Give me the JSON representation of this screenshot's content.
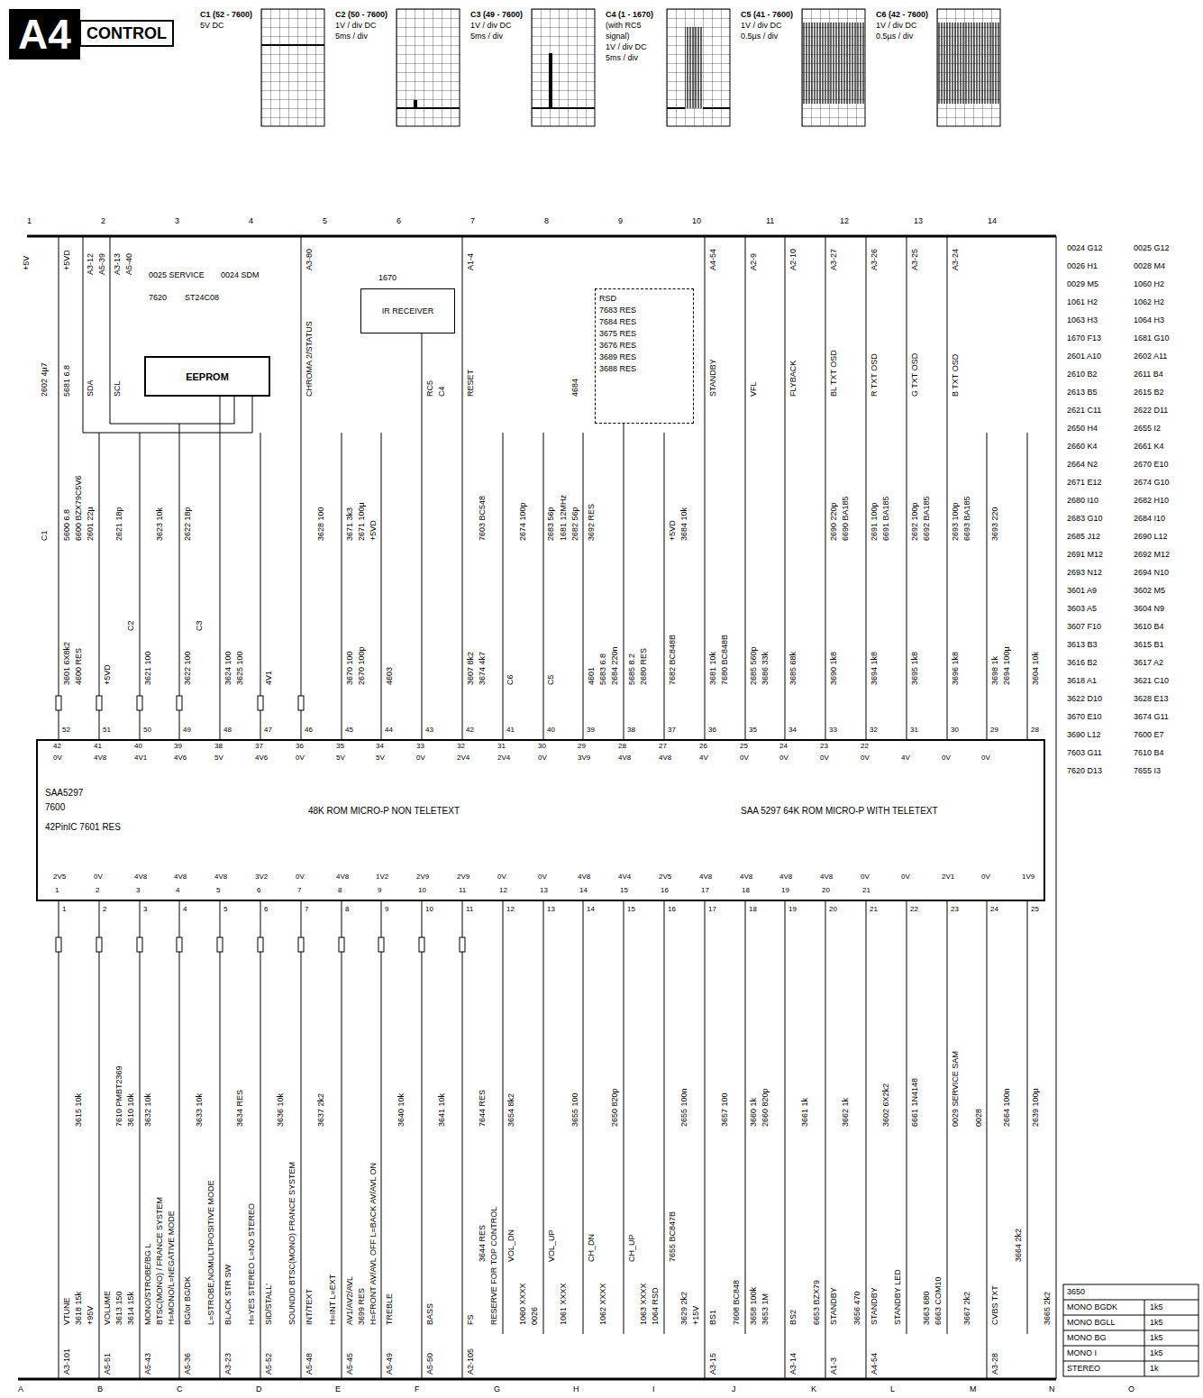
{
  "diagram": {
    "title": "A4",
    "nodes": [
      {
        "text": [
          "C1 (52 - 7600)",
          "5V DC"
        ]
      },
      {
        "text": [
          "C2 (50 - 7600)",
          "1V / div DC",
          "5ms / div"
        ]
      },
      {
        "text": [
          "C3 (49 - 7600)",
          "1V / div DC",
          "5ms / div"
        ]
      },
      {
        "text": [
          "C4 (1 - 1670)",
          "(with RC5 signal)",
          "1V / div DC",
          "5ms / div"
        ]
      },
      {
        "text": [
          "C5 (41 - 7600)",
          "1V / div DC",
          "0.5µs / div"
        ]
      },
      {
        "text": [
          "C6 (42 - 7600)",
          "1V / div DC",
          "0.5µs / div"
        ]
      },
      {
        "text": [
          "EEPROM"
        ]
      },
      {
        "text": [
          "IR RECEIVER"
        ]
      },
      {
        "text": [
          "RSD",
          "7683 RES",
          "7684 RES",
          "3675 RES",
          "3676 RES",
          "3689 RES",
          "3688 RES"
        ]
      },
      {
        "text": [
          "SAA5297",
          "7600",
          "42PinIC 7601 RES",
          "48K ROM MICRO-P NON TELETEXT",
          "SAA 5297 64K ROM MICRO-P WITH TELETEXT"
        ]
      }
    ],
    "edges": [
      {
        "from": 6,
        "to": 9,
        "arrow": "none"
      },
      {
        "from": 7,
        "to": 9,
        "arrow": "none"
      },
      {
        "from": 8,
        "to": 9,
        "arrow": "none"
      }
    ],
    "labels": [
      "CONTROL",
      "1",
      "2",
      "3",
      "4",
      "5",
      "6",
      "7",
      "8",
      "9",
      "10",
      "11",
      "12",
      "13",
      "14",
      "A",
      "B",
      "C",
      "D",
      "E",
      "F",
      "G",
      "H",
      "I",
      "J",
      "K",
      "L",
      "M",
      "N",
      "O",
      "52",
      "51",
      "50",
      "49",
      "48",
      "47",
      "46",
      "45",
      "44",
      "43",
      "42",
      "41",
      "40",
      "39",
      "38",
      "37",
      "36",
      "35",
      "34",
      "33",
      "32",
      "31",
      "30",
      "29",
      "28",
      "42",
      "41",
      "40",
      "39",
      "38",
      "37",
      "36",
      "35",
      "34",
      "33",
      "32",
      "31",
      "30",
      "29",
      "28",
      "27",
      "26",
      "25",
      "24",
      "23",
      "22",
      "0V",
      "4V8",
      "4V1",
      "4V6",
      "5V",
      "4V6",
      "0V",
      "5V",
      "5V",
      "0V",
      "2V4",
      "2V4",
      "0V",
      "3V9",
      "4V8",
      "4V8",
      "4V",
      "0V",
      "0V",
      "0V",
      "0V",
      "4V",
      "0V",
      "0V",
      "2V5",
      "0V",
      "4V8",
      "4V8",
      "4V8",
      "3V2",
      "0V",
      "4V8",
      "1V2",
      "2V9",
      "2V9",
      "0V",
      "0V",
      "4V8",
      "4V4",
      "2V5",
      "4V8",
      "4V8",
      "4V8",
      "4V8",
      "0V",
      "0V",
      "2V1",
      "0V",
      "1V9",
      "1",
      "2",
      "3",
      "4",
      "5",
      "6",
      "7",
      "8",
      "9",
      "10",
      "11",
      "12",
      "13",
      "14",
      "15",
      "16",
      "17",
      "18",
      "19",
      "20",
      "21",
      "1",
      "2",
      "3",
      "4",
      "5",
      "6",
      "7",
      "8",
      "9",
      "10",
      "11",
      "12",
      "13",
      "14",
      "15",
      "16",
      "17",
      "18",
      "19",
      "20",
      "21",
      "22",
      "23",
      "24",
      "25",
      "+5V",
      "+5VD",
      "5681 6.8",
      "2602 4µ7",
      "C1",
      "5600 6.8",
      "6600 BZX79C5V6",
      "2601 22µ",
      "3601 6X8k2",
      "4600 RES",
      "SDA",
      "A3-12",
      "A5-39",
      "SCL",
      "A3-13",
      "A5-40",
      "2621 18p",
      "C2",
      "+5VD",
      "3621 100",
      "3623 10k",
      "3622 100",
      "2622 18p",
      "C3",
      "0025 SERVICE",
      "0024 SDM",
      "7620",
      "ST24C08",
      "3624 100",
      "3625 100",
      "4V1",
      "A3-80",
      "CHROMA 2/STATUS",
      "3628 100",
      "3670 100",
      "2670 100p",
      "3671 3k3",
      "2671 100µ",
      "+5VD",
      "1670",
      "4603",
      "RC5",
      "C4",
      "A1-4",
      "RESET",
      "3607 8k2",
      "3674 4k7",
      "7603 BC548",
      "C6",
      "2674 100p",
      "C5",
      "2683 56p",
      "1681 12MHz",
      "2682 56p",
      "4684",
      "3692 RES",
      "4601",
      "5683 6.8",
      "2684 220n",
      "5685 8.2",
      "2680 RES",
      "7682 BC848B",
      "+5VD",
      "3684 10k",
      "A4-54",
      "STANDBY",
      "3681 10k",
      "7680 BC848B",
      "A2-9",
      "VFL",
      "2685 560p",
      "3686 33k",
      "A2-10",
      "FLYBACK",
      "3685 68k",
      "A3-27",
      "BL TXT OSD",
      "3690 1k8",
      "2690 220p",
      "6690 BA185",
      "A3-26",
      "R TXT OSD",
      "3694 1k8",
      "2691 100p",
      "6691 BA185",
      "A3-25",
      "G TXT OSD",
      "3695 1k8",
      "2692 100p",
      "6692 BA185",
      "A3-24",
      "B TXT OSD",
      "3696 1k8",
      "2693 100p",
      "6693 BA185",
      "3693 220",
      "3698 1k",
      "2694 100µ",
      "3604 10k",
      "VTUNE",
      "A3-101",
      "3615 10k",
      "3618 15k",
      "+95V",
      "VOLUME",
      "A5-51",
      "7610 PMBT2369",
      "3610 10k",
      "3613 150",
      "3614 15k",
      "MONO/STROBE/BG L",
      "A5-43",
      "3632 10k",
      "BTSC(MONO) / FRANCE SYSTEM",
      "H=MONO/L=NEGATIVE MODE",
      "BG/or BG/DK",
      "A5-36",
      "3633 10k",
      "L=STROBE,NOMULTIPOSITIVE MODE",
      "BLACK STR SW",
      "A3-23",
      "3634 RES",
      "H=YES STEREO L=NO STEREO",
      "SID/STALL'",
      "A5-52",
      "3636 10k",
      "SOUNDID BTSC(MONO) FRANCE SYSTEM",
      "INT/TEXT",
      "A5-48",
      "3637 2k2",
      "H=INT L=EXT",
      "AV1/AV2/AVL",
      "A5-45",
      "3699 RES",
      "H=FRONT AV/AVL OFF L=BACK AV/AVL ON",
      "TREBLE",
      "A5-49",
      "3640 10k",
      "BASS",
      "A5-50",
      "3641 10k",
      "FS",
      "A2-105",
      "7644 RES",
      "3644 RES",
      "RESERVE FOR TOP CONTROL",
      "3654 8k2",
      "VOL_DN",
      "1060 XXXX",
      "0026",
      "VOL_UP",
      "1061 XXXX",
      "3655 100",
      "CH_DN",
      "1062 XXXX",
      "2650 820p",
      "CH_UP",
      "1063 XXXX",
      "1064 RSD",
      "7655 BC847B",
      "2655 100n",
      "3629 2k2",
      "+15V",
      "BS1",
      "A3-15",
      "3657 100",
      "7608 BC848",
      "3660 1k",
      "2660 820p",
      "3658 100k",
      "3653 1M",
      "BS2",
      "A3-14",
      "3661 1k",
      "6653 BZX79",
      "STANDBY",
      "A1-3",
      "3662 1k",
      "3656 470",
      "STANDBY",
      "A4-54",
      "3602 6X2k2",
      "STANDBY LED",
      "6661 1N4148",
      "3663 680",
      "6663 COM10",
      "0029 SERVICE SAM",
      "3667 2k2",
      "0028",
      "CVBS TXT",
      "A3-28",
      "2664 100n",
      "3664 2k2",
      "2639 100µ",
      "3665 2k2",
      "0024 G12",
      "0025 G12",
      "0026 H1",
      "0028 M4",
      "0029 M5",
      "1060 H2",
      "1061 H2",
      "1062 H2",
      "1063 H3",
      "1064 H3",
      "1670 F13",
      "1681 G10",
      "2601 A10",
      "2602 A11",
      "2610 B2",
      "2611 B4",
      "2613 B5",
      "2615 B2",
      "2621 C11",
      "2622 D11",
      "2650 H4",
      "2655 I2",
      "2660 K4",
      "2661 K4",
      "2664 N2",
      "2670 E10",
      "2671 E12",
      "2674 G10",
      "2680 I10",
      "2682 H10",
      "2683 G10",
      "2684 I10",
      "2685 J12",
      "2690 L12",
      "2691 M12",
      "2692 M12",
      "2693 N12",
      "2694 N10",
      "3601 A9",
      "3602 M5",
      "3603 A5",
      "3604 N9",
      "3607 F10",
      "3610 B4",
      "3613 B3",
      "3615 B1",
      "3616 B2",
      "3617 A2",
      "3618 A1",
      "3621 C10",
      "3622 D10",
      "3628 E13",
      "3670 E10",
      "3674 G11",
      "3690 L12",
      "7600 E7",
      "7603 G11",
      "7610 B4",
      "7620 D13",
      "7655 I3",
      "3650",
      "MONO BGDK",
      "1k5",
      "MONO BGLL",
      "1k5",
      "MONO BG",
      "1k5",
      "MONO I",
      "1k5",
      "STEREO",
      "1k"
    ]
  }
}
